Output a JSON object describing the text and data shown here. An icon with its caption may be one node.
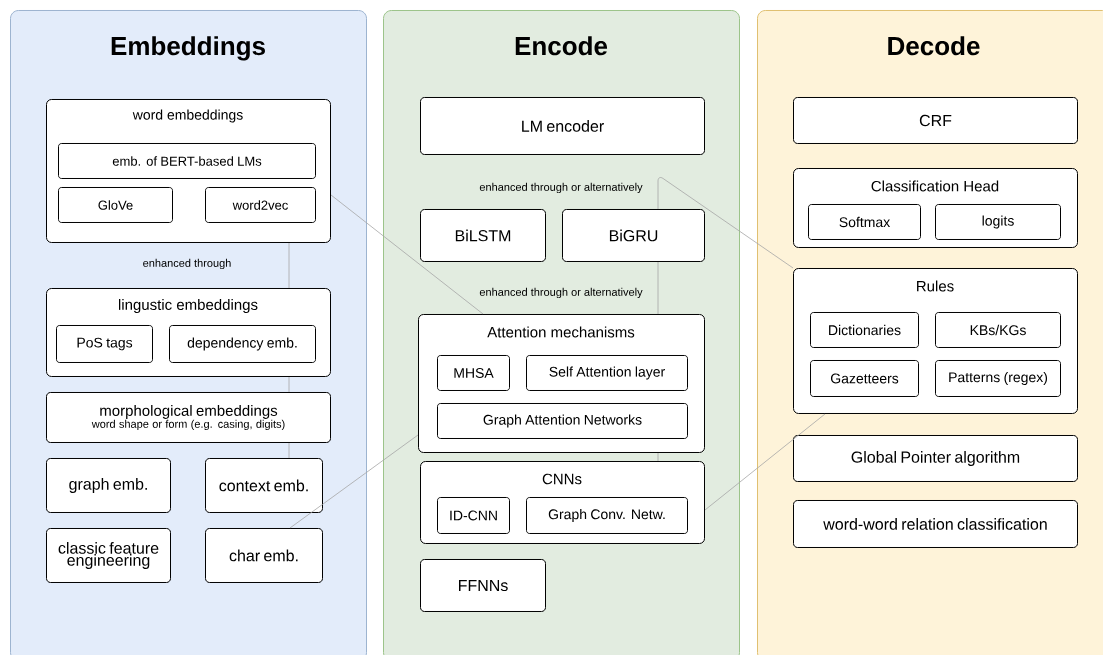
{
  "diagram": {
    "nodes": [
      {
        "text": [
          "Embeddings"
        ]
      },
      {
        "text": [
          "word embeddings"
        ],
        "in": 0
      },
      {
        "text": [
          "emb. of BERT-based LMs"
        ],
        "in": 1
      },
      {
        "text": [
          "GloVe"
        ],
        "in": 1
      },
      {
        "text": [
          "word2vec"
        ],
        "in": 1
      },
      {
        "text": [
          "lingustic embeddings"
        ],
        "in": 0
      },
      {
        "text": [
          "PoS tags"
        ],
        "in": 5
      },
      {
        "text": [
          "dependency emb."
        ],
        "in": 5
      },
      {
        "text": [
          "morphological embeddings",
          "word shape or form (e.g. casing, digits)"
        ],
        "in": 0
      },
      {
        "text": [
          "graph emb."
        ],
        "in": 0
      },
      {
        "text": [
          "context emb."
        ],
        "in": 0
      },
      {
        "text": [
          "classic feature engineering"
        ],
        "in": 0
      },
      {
        "text": [
          "char emb."
        ],
        "in": 0
      },
      {
        "text": [
          "Encode"
        ]
      },
      {
        "text": [
          "LM encoder"
        ],
        "in": 13
      },
      {
        "text": [
          "BiLSTM"
        ],
        "in": 13
      },
      {
        "text": [
          "BiGRU"
        ],
        "in": 13
      },
      {
        "text": [
          "Attention mechanisms"
        ],
        "in": 13
      },
      {
        "text": [
          "MHSA"
        ],
        "in": 17
      },
      {
        "text": [
          "Self Attention layer"
        ],
        "in": 17
      },
      {
        "text": [
          "Graph Attention Networks"
        ],
        "in": 17
      },
      {
        "text": [
          "CNNs"
        ],
        "in": 13
      },
      {
        "text": [
          "ID-CNN"
        ],
        "in": 21
      },
      {
        "text": [
          "Graph Conv. Netw."
        ],
        "in": 21
      },
      {
        "text": [
          "FFNNs"
        ],
        "in": 13
      },
      {
        "text": [
          "Decode"
        ]
      },
      {
        "text": [
          "CRF"
        ],
        "in": 25
      },
      {
        "text": [
          "Classification Head"
        ],
        "in": 25
      },
      {
        "text": [
          "Softmax"
        ],
        "in": 27
      },
      {
        "text": [
          "logits"
        ],
        "in": 27
      },
      {
        "text": [
          "Rules"
        ],
        "in": 25
      },
      {
        "text": [
          "Dictionaries"
        ],
        "in": 30
      },
      {
        "text": [
          "KBs/KGs"
        ],
        "in": 30
      },
      {
        "text": [
          "Gazetteers"
        ],
        "in": 30
      },
      {
        "text": [
          "Patterns (regex)"
        ],
        "in": 30
      },
      {
        "text": [
          "Global Pointer algorithm"
        ],
        "in": 25
      },
      {
        "text": [
          "word-word relation classification"
        ],
        "in": 25
      }
    ],
    "edges": [
      {
        "from": 1,
        "to": 17,
        "arrow": "none"
      },
      {
        "from": 1,
        "to": 5,
        "arrow": "none"
      },
      {
        "from": 5,
        "to": 8,
        "arrow": "none"
      },
      {
        "from": 8,
        "to": 10,
        "arrow": "none"
      },
      {
        "from": 12,
        "to": 17,
        "arrow": "none"
      },
      {
        "from": 16,
        "to": 30,
        "arrow": "none"
      },
      {
        "from": 17,
        "to": 16,
        "arrow": "none"
      },
      {
        "from": 21,
        "to": 17,
        "arrow": "none"
      },
      {
        "from": 30,
        "to": 21,
        "arrow": "none"
      }
    ],
    "labels": [
      "enhanced through",
      "enhanced through or alternatively",
      "enhanced through or alternatively"
    ]
  }
}
